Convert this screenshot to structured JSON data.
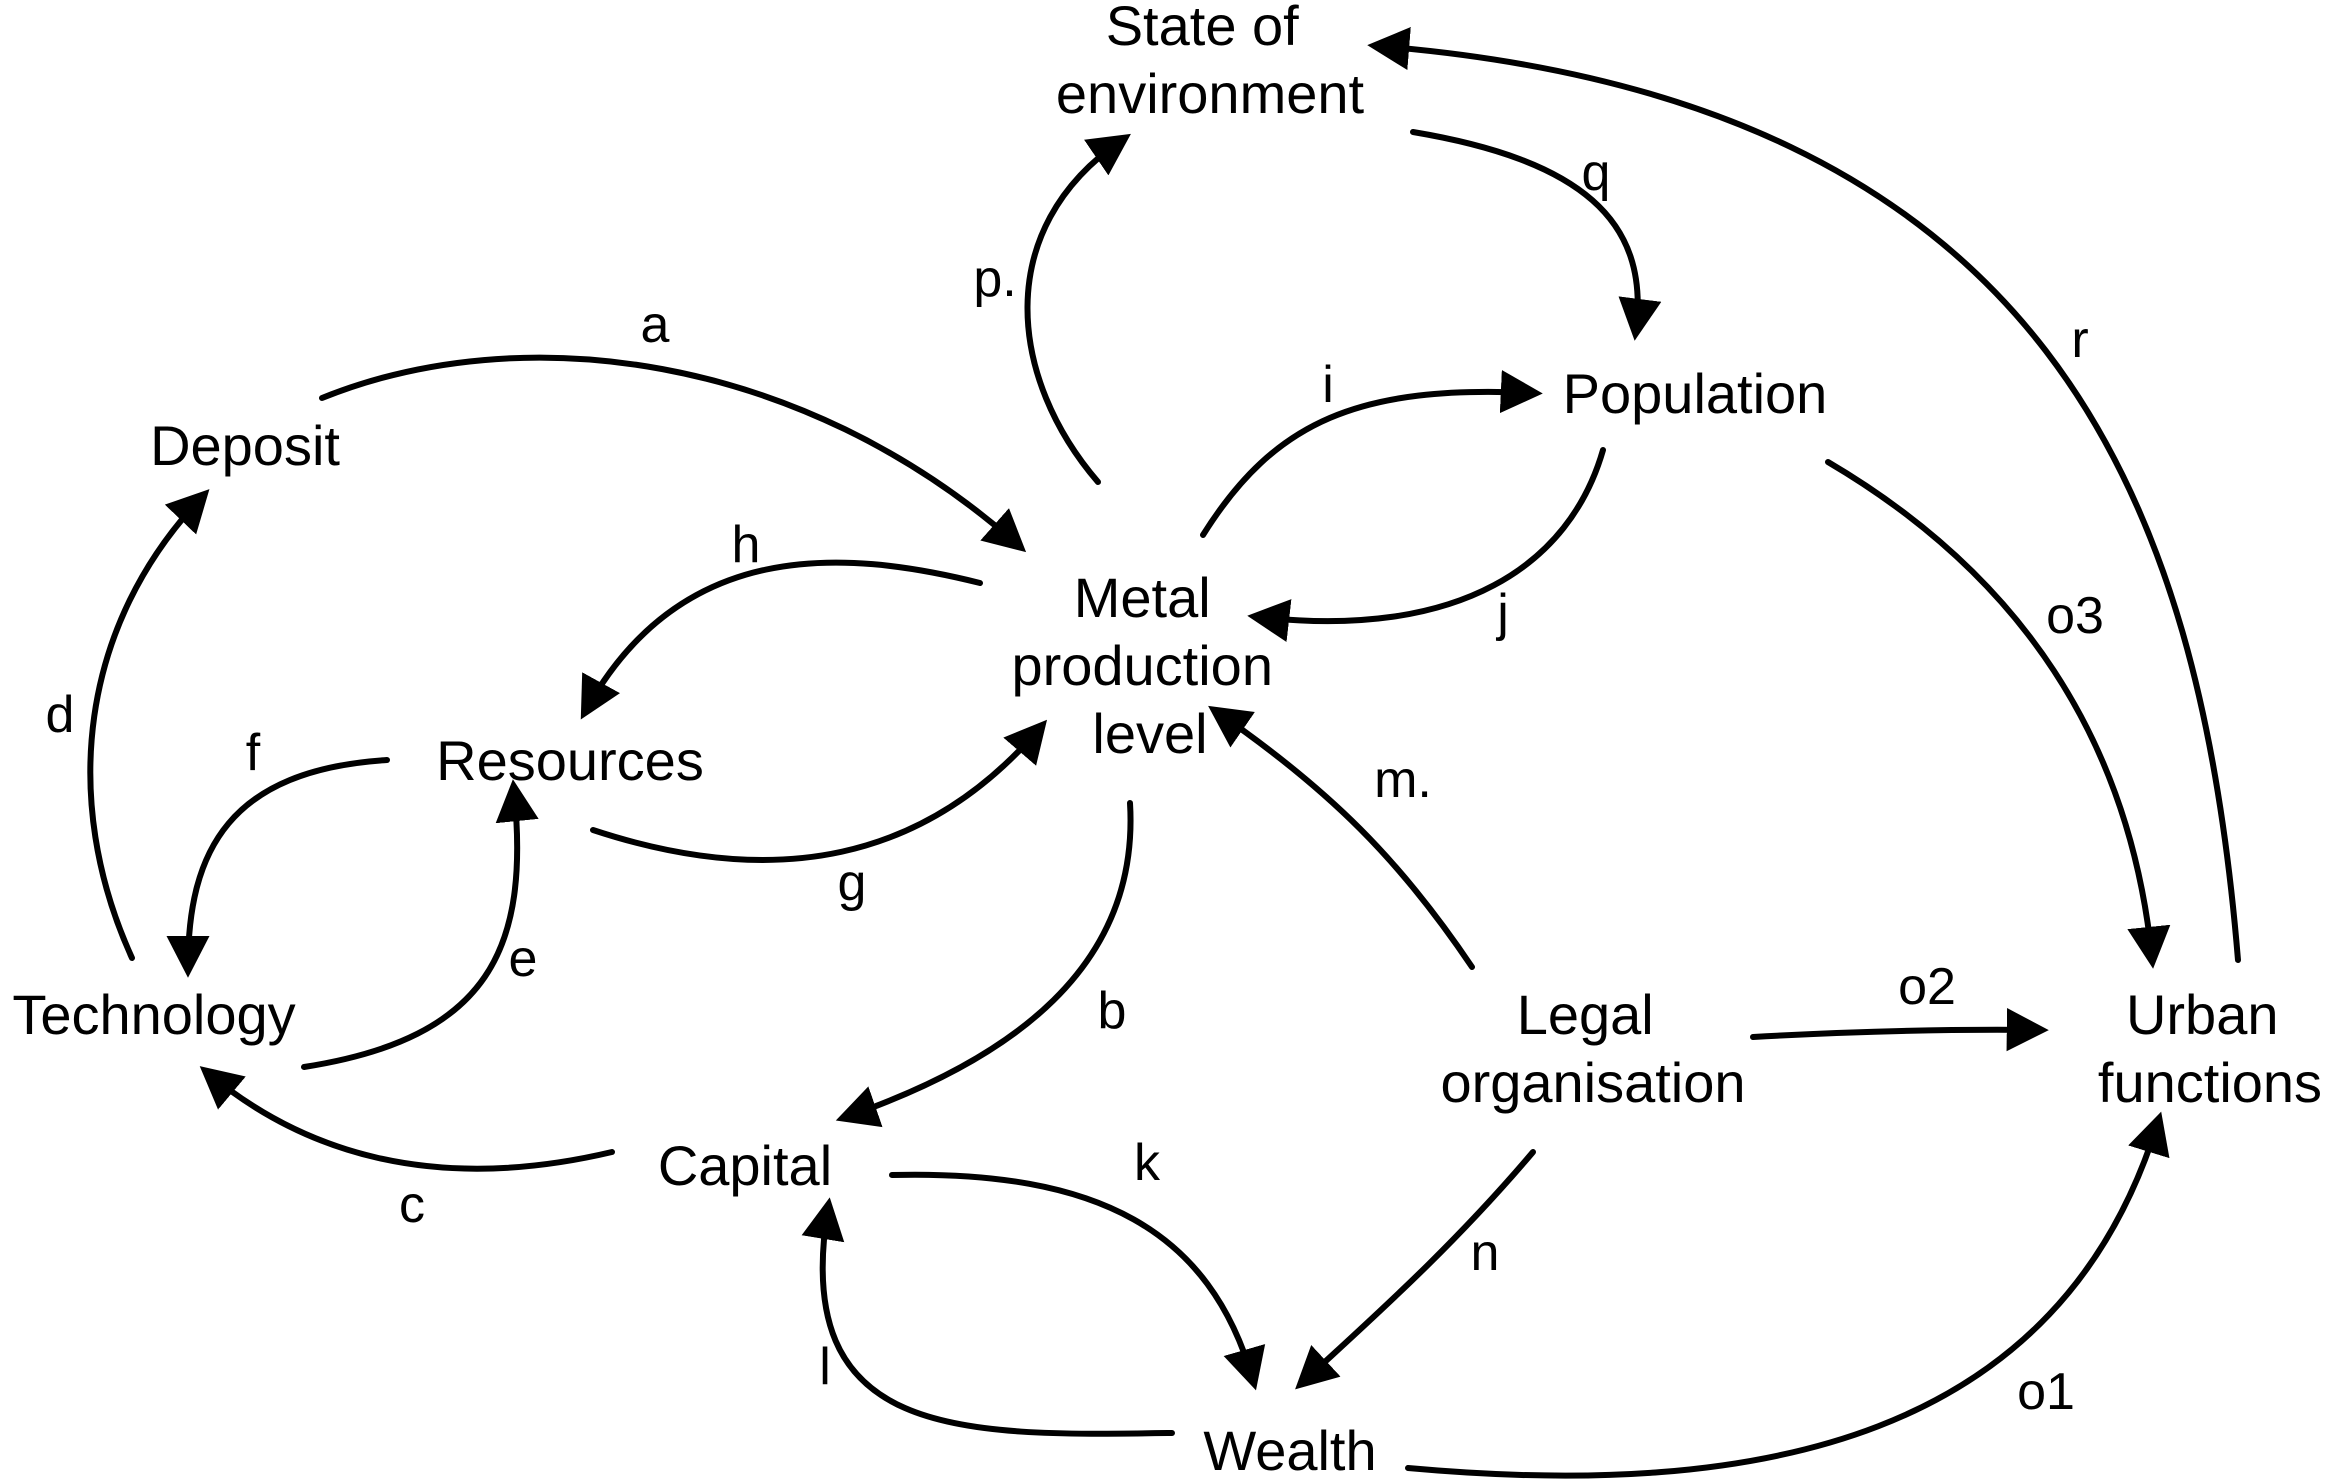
{
  "nodes": {
    "state_of_environment": [
      "State of",
      "environment"
    ],
    "deposit": [
      "Deposit"
    ],
    "population": [
      "Population"
    ],
    "metal_production_level": [
      "Metal",
      "production",
      "level"
    ],
    "resources": [
      "Resources"
    ],
    "technology": [
      "Technology"
    ],
    "legal_organisation": [
      "Legal",
      "organisation"
    ],
    "urban_functions": [
      "Urban",
      "functions"
    ],
    "capital": [
      "Capital"
    ],
    "wealth": [
      "Wealth"
    ]
  },
  "edges": [
    {
      "id": "a",
      "label": "a",
      "from": "Deposit",
      "to": "Metal production level"
    },
    {
      "id": "b",
      "label": "b",
      "from": "Metal production level",
      "to": "Capital"
    },
    {
      "id": "c",
      "label": "c",
      "from": "Capital",
      "to": "Technology"
    },
    {
      "id": "d",
      "label": "d",
      "from": "Technology",
      "to": "Deposit"
    },
    {
      "id": "e",
      "label": "e",
      "from": "Technology",
      "to": "Resources"
    },
    {
      "id": "f",
      "label": "f",
      "from": "Resources",
      "to": "Technology"
    },
    {
      "id": "g",
      "label": "g",
      "from": "Resources",
      "to": "Metal production level"
    },
    {
      "id": "h",
      "label": "h",
      "from": "Metal production level",
      "to": "Resources"
    },
    {
      "id": "i",
      "label": "i",
      "from": "Metal production level",
      "to": "Population"
    },
    {
      "id": "j",
      "label": "j",
      "from": "Population",
      "to": "Metal production level"
    },
    {
      "id": "k",
      "label": "k",
      "from": "Capital",
      "to": "Wealth"
    },
    {
      "id": "l",
      "label": "l",
      "from": "Wealth",
      "to": "Capital"
    },
    {
      "id": "m",
      "label": "m.",
      "from": "Legal organisation",
      "to": "Metal production level"
    },
    {
      "id": "n",
      "label": "n",
      "from": "Legal organisation",
      "to": "Wealth"
    },
    {
      "id": "o1",
      "label": "o1",
      "from": "Wealth",
      "to": "Urban functions"
    },
    {
      "id": "o2",
      "label": "o2",
      "from": "Legal organisation",
      "to": "Urban functions"
    },
    {
      "id": "o3",
      "label": "o3",
      "from": "Population",
      "to": "Urban functions"
    },
    {
      "id": "p",
      "label": "p.",
      "from": "Metal production level",
      "to": "State of environment"
    },
    {
      "id": "q",
      "label": "q",
      "from": "State of environment",
      "to": "Population"
    },
    {
      "id": "r",
      "label": "r",
      "from": "Urban functions",
      "to": "State of environment"
    }
  ]
}
